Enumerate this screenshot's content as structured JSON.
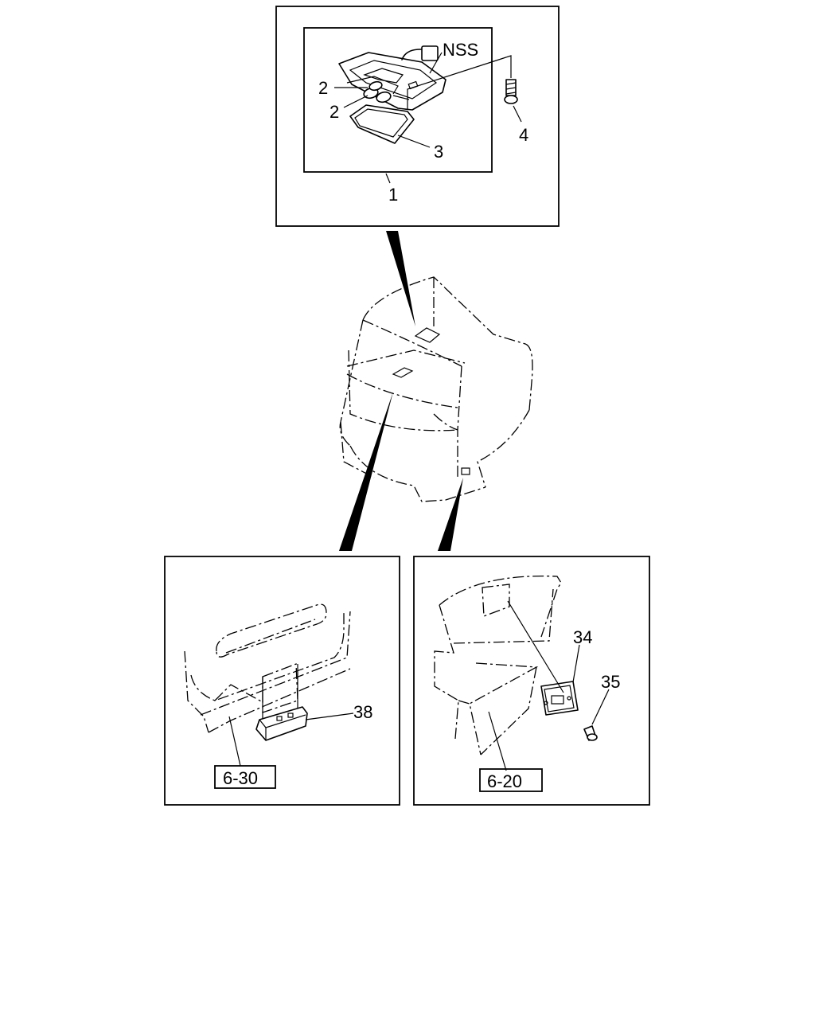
{
  "callouts": {
    "assembly": "1",
    "bulb_a": "2",
    "bulb_b": "2",
    "lens": "3",
    "screw_top": "4",
    "note": "NSS",
    "sill_lamp": "38",
    "cargo_lamp": "34",
    "cargo_screw": "35"
  },
  "references": {
    "left_panel": "6-30",
    "right_panel": "6-20"
  }
}
